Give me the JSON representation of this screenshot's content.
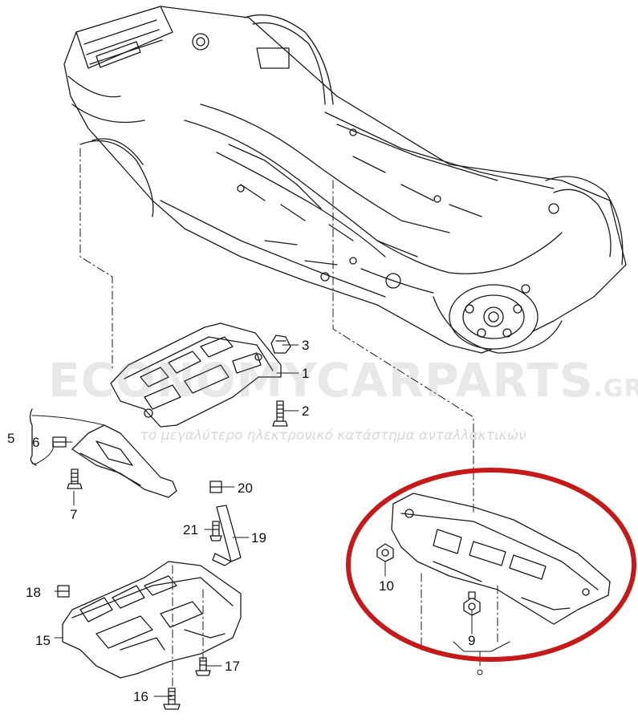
{
  "watermark": {
    "brand": "ECONOMYCARPARTS",
    "tld": ".GR",
    "tagline": "το μεγαλύτερο ηλεκτρονικό κατάστημα ανταλλακτικών"
  },
  "callouts": {
    "p1": "1",
    "p2": "2",
    "p3": "3",
    "p5": "5",
    "p6": "6",
    "p7": "7",
    "p9": "9",
    "p10": "10",
    "p15": "15",
    "p16": "16",
    "p17": "17",
    "p18": "18",
    "p19": "19",
    "p20": "20",
    "p21": "21"
  },
  "colors": {
    "line": "#1a1a1a",
    "highlight_ellipse": "#c41a1a",
    "watermark": "#969696"
  }
}
